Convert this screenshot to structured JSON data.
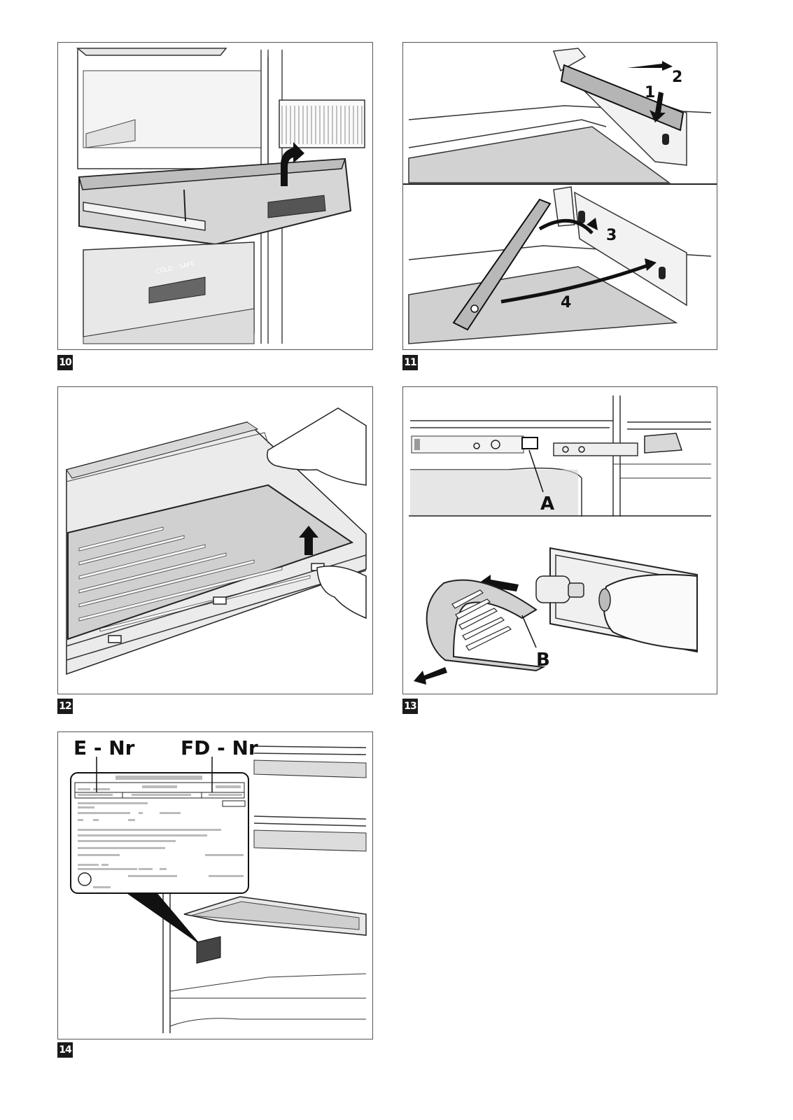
{
  "figures": [
    {
      "number": "10"
    },
    {
      "number": "11",
      "labels": {
        "step1": "1",
        "step2": "2",
        "step3": "3",
        "step4": "4"
      }
    },
    {
      "number": "12"
    },
    {
      "number": "13",
      "labels": {
        "part_a": "A",
        "part_b": "B"
      }
    },
    {
      "number": "14",
      "labels": {
        "e_nr": "E - Nr",
        "fd_nr": "FD - Nr"
      }
    }
  ],
  "drawer_print": "COLD - SAFE"
}
